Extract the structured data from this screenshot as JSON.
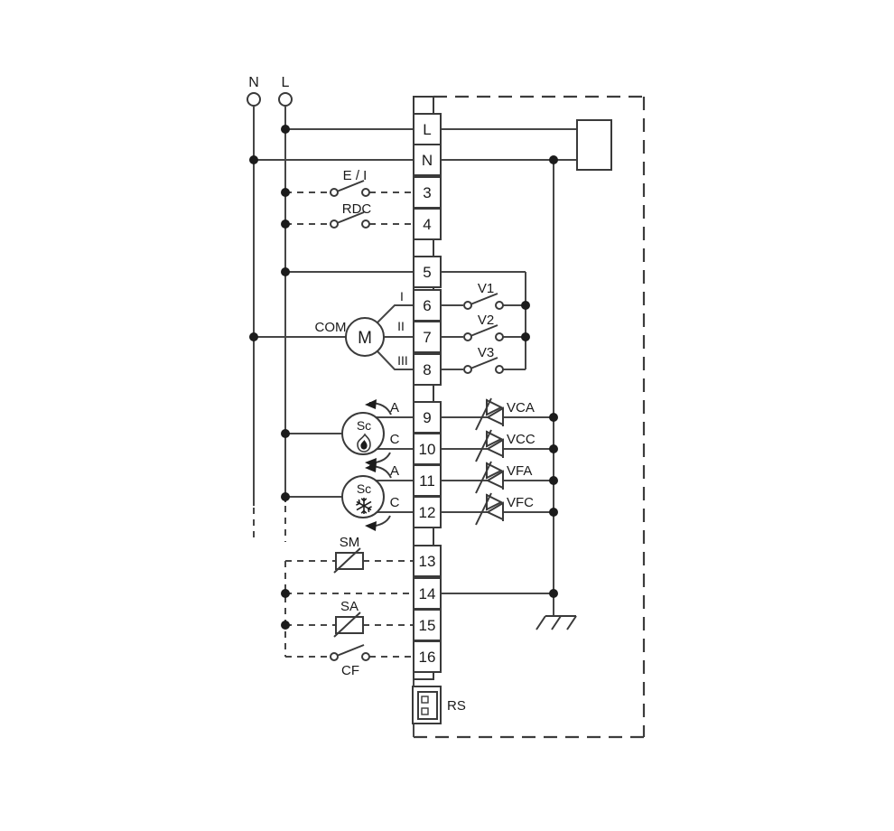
{
  "supply": {
    "neutral_label": "N",
    "line_label": "L"
  },
  "terminal_block": {
    "terminals": [
      "L",
      "N",
      "3",
      "4",
      "5",
      "6",
      "7",
      "8",
      "9",
      "10",
      "11",
      "12",
      "13",
      "14",
      "15",
      "16"
    ]
  },
  "switches": {
    "summer_winter": "E / I",
    "night_reduction": "RDC",
    "speed1_switch": "V1",
    "speed2_switch": "V2",
    "speed3_switch": "V3",
    "window_contact": "CF"
  },
  "motor": {
    "symbol": "M",
    "common_label": "COM",
    "speed_i": "I",
    "speed_ii": "II",
    "speed_iii": "III"
  },
  "actuators": {
    "heating": {
      "symbol": "Sc",
      "open_label": "A",
      "close_label": "C"
    },
    "cooling": {
      "symbol": "Sc",
      "open_label": "A",
      "close_label": "C"
    }
  },
  "triac_outputs": {
    "heating_open": "VCA",
    "heating_close": "VCC",
    "cooling_open": "VFA",
    "cooling_close": "VFC"
  },
  "sensors": {
    "supply_sensor": "SM",
    "ambient_sensor": "SA"
  },
  "connector": {
    "serial_label": "RS"
  },
  "colors": {
    "background": "#ffffff",
    "line": "#464646",
    "text": "#1a1a1a",
    "junction_dot": "#1c1c1c"
  }
}
